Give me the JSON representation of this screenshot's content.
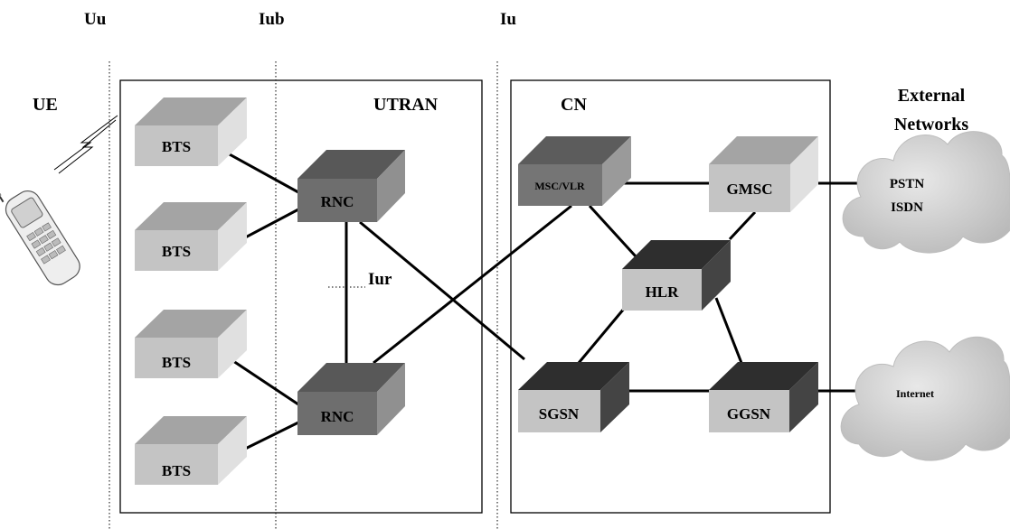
{
  "interfaces": {
    "uu": "Uu",
    "iub": "Iub",
    "iu": "Iu",
    "iur": "Iur"
  },
  "regions": {
    "ue": "UE",
    "utran": "UTRAN",
    "cn": "CN",
    "external_line1": "External",
    "external_line2": "Networks"
  },
  "nodes": {
    "bts1": "BTS",
    "bts2": "BTS",
    "bts3": "BTS",
    "bts4": "BTS",
    "rnc1": "RNC",
    "rnc2": "RNC",
    "msc_vlr": "MSC/VLR",
    "gmsc": "GMSC",
    "hlr": "HLR",
    "sgsn": "SGSN",
    "ggsn": "GGSN"
  },
  "clouds": {
    "pstn_line1": "PSTN",
    "pstn_line2": "ISDN",
    "internet": "Internet"
  },
  "colors": {
    "light_front": "#c4c4c4",
    "light_top": "#a4a4a4",
    "light_side": "#e0e0e0",
    "rnc_front": "#6e6e6e",
    "rnc_top": "#585858",
    "rnc_side": "#909090",
    "msc_front": "#757575",
    "msc_top": "#5c5c5c",
    "msc_side": "#9a9a9a",
    "dark_top": "#2e2e2e",
    "dark_side": "#444444",
    "cloud": "#cfcfcf"
  }
}
